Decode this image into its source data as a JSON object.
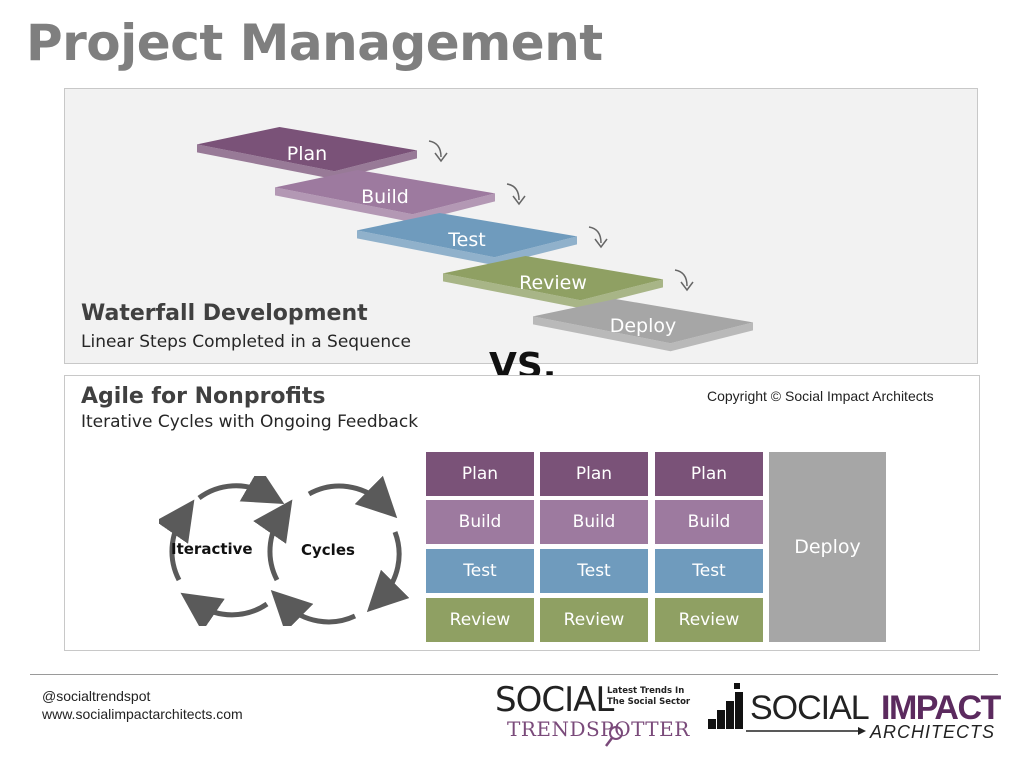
{
  "page": {
    "title": "Project Management"
  },
  "waterfall": {
    "heading": "Waterfall Development",
    "subheading": "Linear Steps Completed in a Sequence",
    "steps": [
      {
        "label": "Plan",
        "color": "#7a5278"
      },
      {
        "label": "Build",
        "color": "#9d7a9f"
      },
      {
        "label": "Test",
        "color": "#6f9bbd"
      },
      {
        "label": "Review",
        "color": "#8fa063"
      },
      {
        "label": "Deploy",
        "color": "#a6a6a6"
      }
    ]
  },
  "vs_label": "VS.",
  "agile": {
    "heading": "Agile for Nonprofits",
    "subheading": "Iterative Cycles with Ongoing Feedback",
    "copyright": "Copyright © Social Impact Architects",
    "cycle_left": "Iteractive",
    "cycle_right": "Cycles",
    "cycles": [
      {
        "steps": [
          "Plan",
          "Build",
          "Test",
          "Review"
        ]
      },
      {
        "steps": [
          "Plan",
          "Build",
          "Test",
          "Review"
        ]
      },
      {
        "steps": [
          "Plan",
          "Build",
          "Test",
          "Review"
        ]
      }
    ],
    "deploy": "Deploy",
    "step_colors": {
      "Plan": "#7a5278",
      "Build": "#9d7a9f",
      "Test": "#6f9bbd",
      "Review": "#8fa063",
      "Deploy": "#a6a6a6"
    }
  },
  "footer": {
    "handle": "@socialtrendspot",
    "url": "www.socialimpactarchitects.com",
    "trendspotter_logo": {
      "word_top": "SOCIAL",
      "tagline_line1": "Latest Trends In",
      "tagline_line2": "The Social Sector",
      "word_bottom": "TRENDSPOTTER",
      "color": "#7a4a7a"
    },
    "sia_logo": {
      "word1": "SOCIAL",
      "word2": "IMPACT",
      "word3": "ARCHITECTS",
      "accent_color": "#5b2a5e"
    }
  }
}
